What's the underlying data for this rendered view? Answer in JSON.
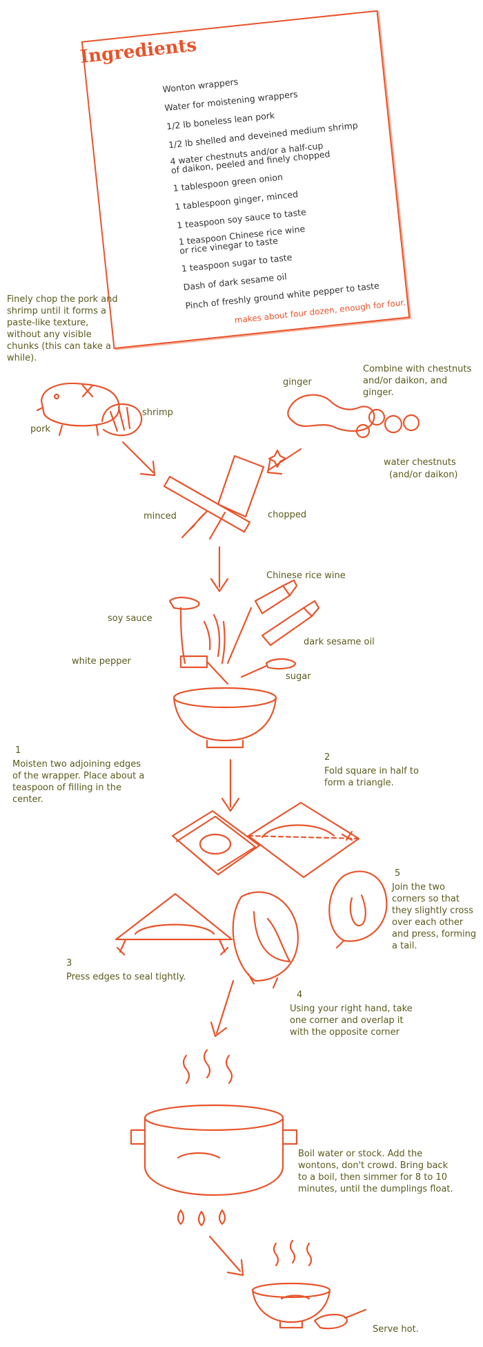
{
  "ingredients": {
    "title": "Ingredients",
    "items": [
      "Wonton wrappers",
      "Water for moistening wrappers",
      "1/2 lb boneless lean pork",
      "1/2 lb shelled and deveined medium shrimp",
      "4 water chestnuts and/or a half-cup",
      "of daikon, peeled and finely chopped",
      "1 tablespoon green onion",
      "1 tablespoon ginger, minced",
      "1 teaspoon soy sauce to taste",
      "1 teaspoon Chinese rice wine",
      "or rice vinegar to taste",
      "1 teaspoon sugar to taste",
      "Dash of dark sesame oil",
      "Pinch of freshly ground white pepper to taste"
    ],
    "yield": "makes about four dozen, enough for four."
  },
  "steps": {
    "chop_note": "Finely chop the pork and shrimp until it forms a paste-like texture, without any visible chunks (this can take a while).",
    "combine_note": "Combine with chestnuts and/or daikon, and ginger.",
    "step1_num": "1",
    "step1": "Moisten two adjoining edges of the wrapper. Place about a teaspoon of filling in the center.",
    "step2_num": "2",
    "step2": "Fold square in half to form a triangle.",
    "step3_num": "3",
    "step3": "Press edges to seal tightly.",
    "step4_num": "4",
    "step4": "Using your right hand, take one corner and overlap it with the opposite corner",
    "step5_num": "5",
    "step5": "Join the two corners so that they slightly cross over each other and press, forming a tail.",
    "boil": "Boil water or stock. Add the wontons, don't crowd. Bring back to a boil, then simmer for 8 to 10 minutes, until the dumplings float.",
    "serve": "Serve hot."
  },
  "labels": {
    "pork": "pork",
    "shrimp": "shrimp",
    "ginger": "ginger",
    "water_chestnuts": "water chestnuts",
    "daikon": "(and/or daikon)",
    "minced": "minced",
    "chopped": "chopped",
    "chinese_rice_wine": "Chinese rice wine",
    "soy_sauce": "soy sauce",
    "dark_sesame_oil": "dark sesame oil",
    "white_pepper": "white pepper",
    "sugar": "sugar"
  },
  "colors": {
    "accent": "#e8532a",
    "text": "#5a5a1e"
  }
}
